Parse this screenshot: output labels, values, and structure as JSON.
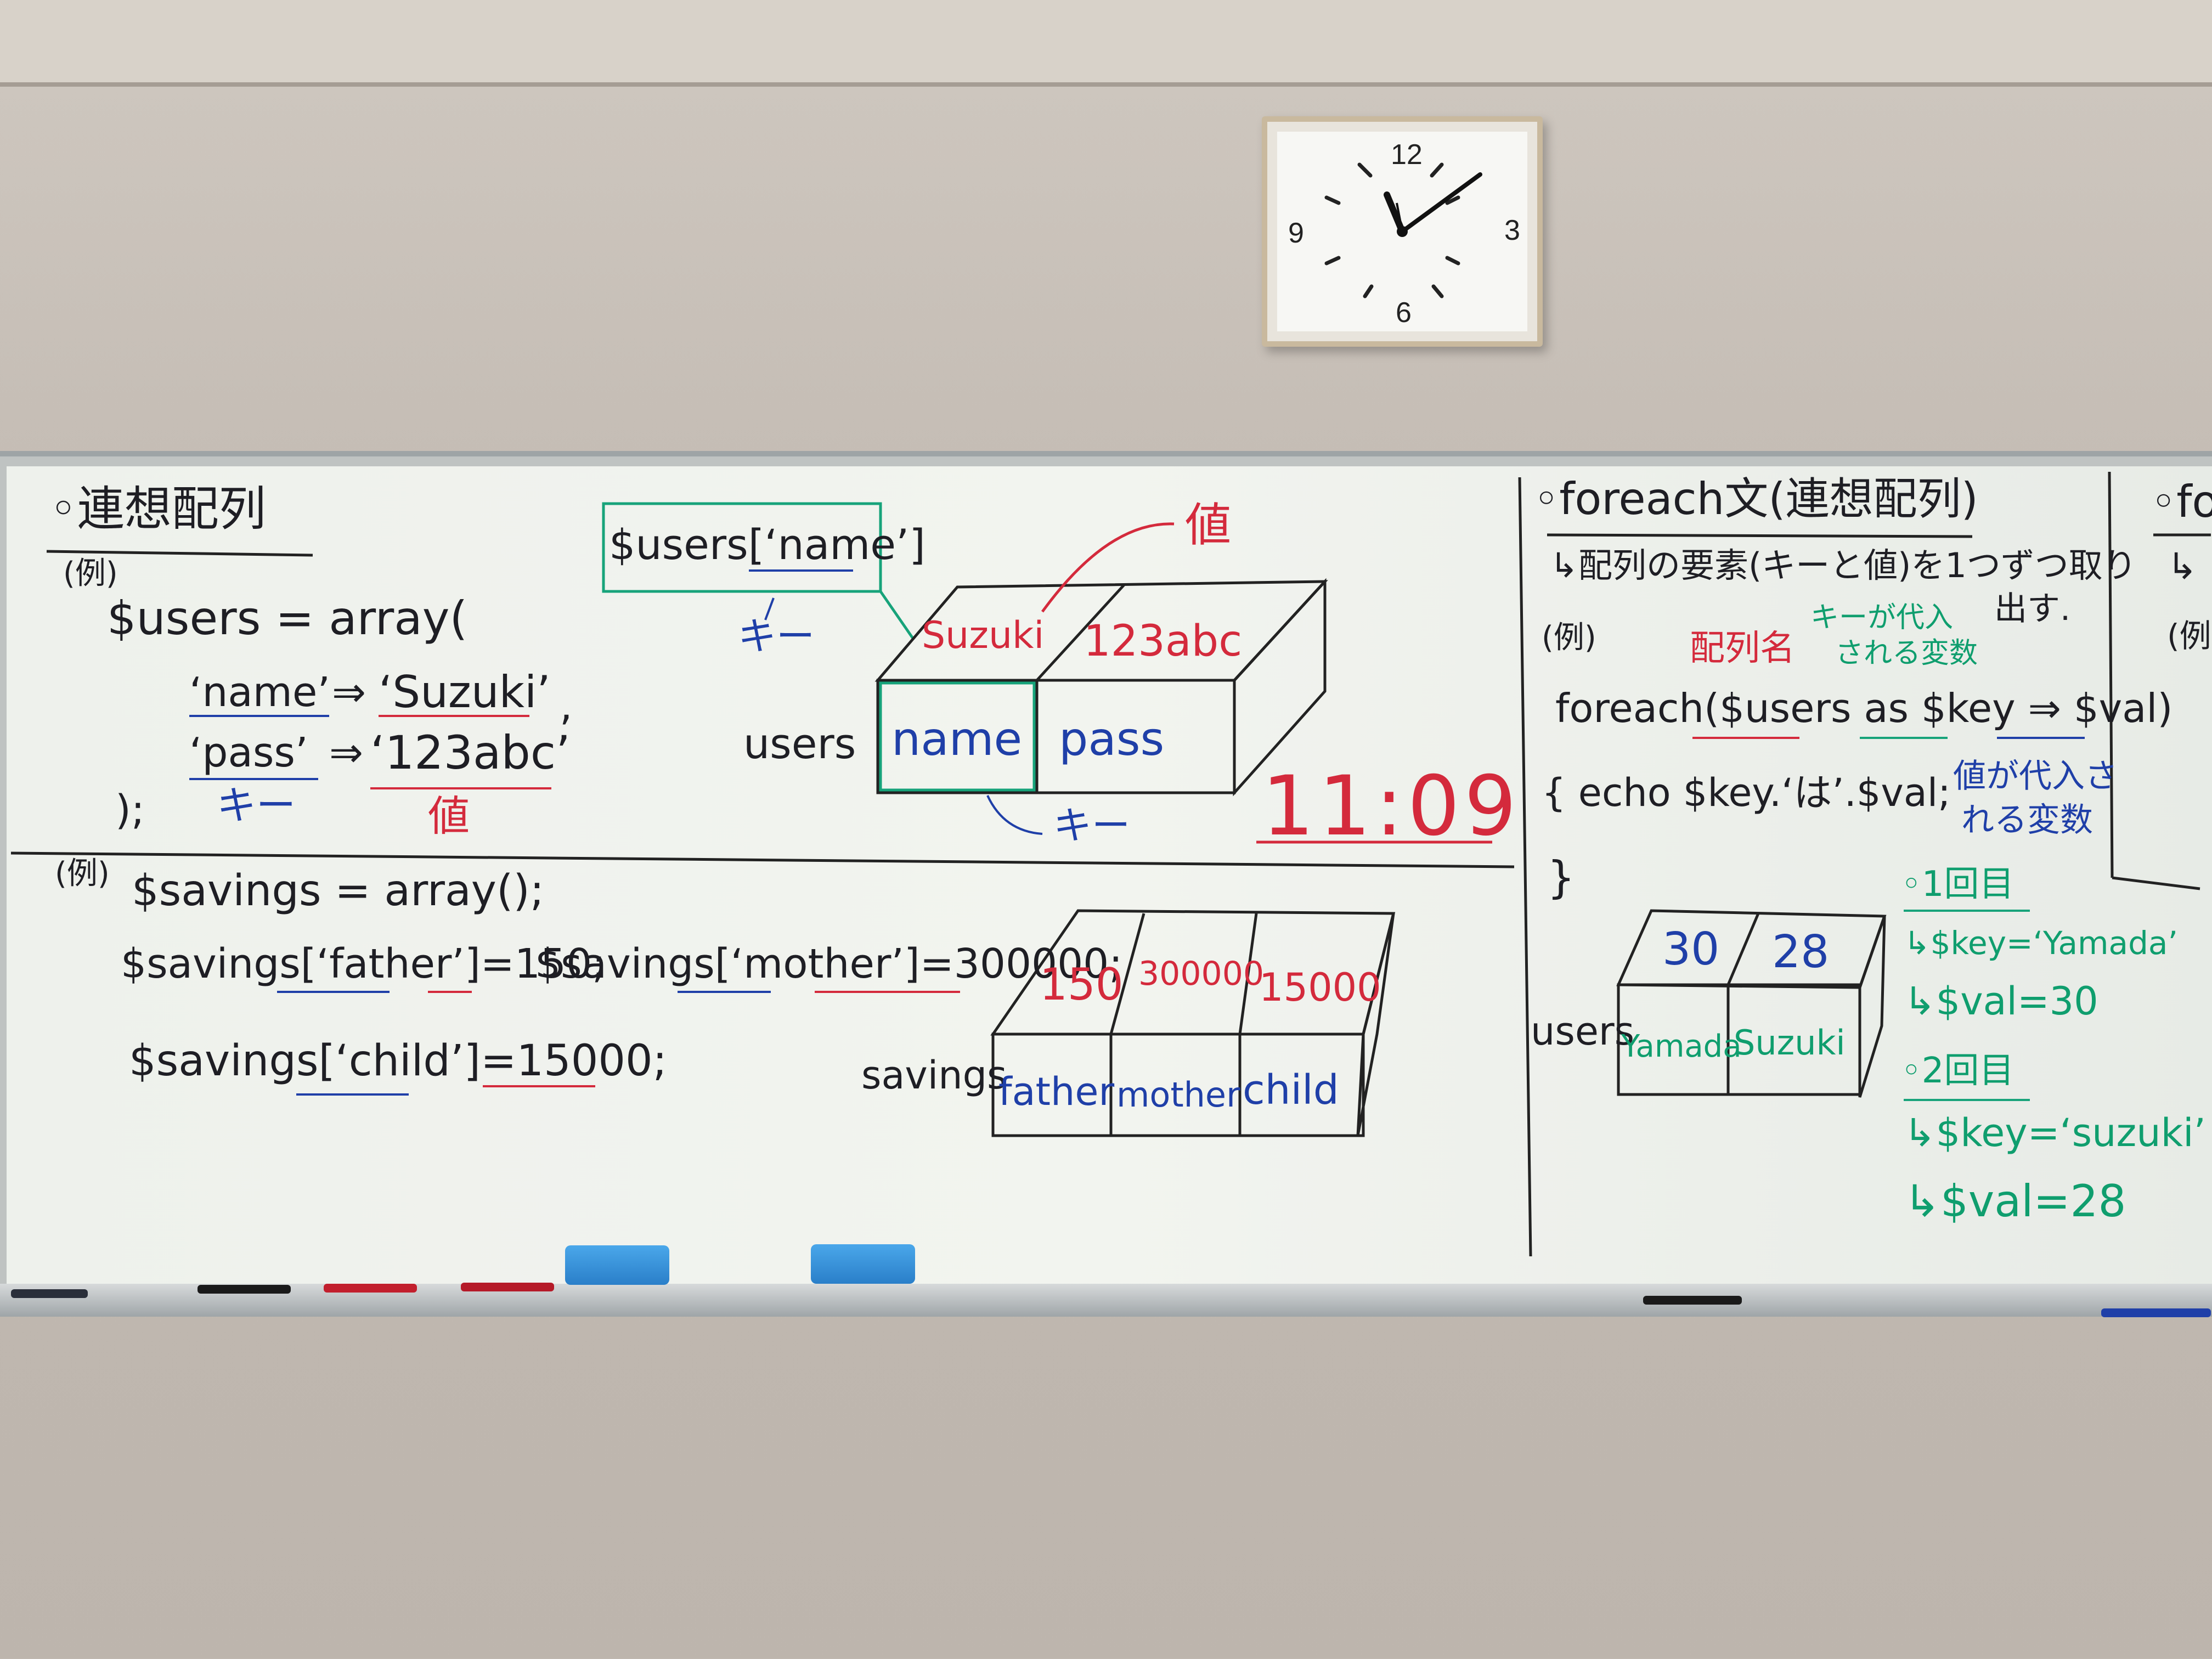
{
  "clock": {
    "n12": "12",
    "n3": "3",
    "n6": "6",
    "n9": "9"
  },
  "section1": {
    "title": "◦連想配列",
    "ex": "(例)",
    "l1": "$users = array(",
    "l2k": "‘name’",
    "l2a": "⇒",
    "l2v": "‘Suzuki’",
    "l2c": ",",
    "l3k": "‘pass’",
    "l3a": "⇒",
    "l3v": "‘123abc’",
    "l4": ");",
    "kiLabel": "キー",
    "valLabel": "値"
  },
  "diagram1": {
    "access": "$users[‘name’]",
    "kiLabel": "キー",
    "valLabel": "値",
    "topSuzuki": "Suzuki",
    "top123": "123abc",
    "rowLabel": "users",
    "keyName": "name",
    "keyPass": "pass",
    "kiLabel2": "キー"
  },
  "time": "11:09",
  "section2": {
    "ex": "(例)",
    "l1": "$savings = array();",
    "l2a": "$savings[‘father’]=150;",
    "l2b": "$savings[‘mother’]=300000;",
    "l3": "$savings[‘child’]=15000;"
  },
  "diagram2": {
    "v1": "150",
    "v2": "300000",
    "v3": "15000",
    "rowLabel": "savings",
    "k1": "father",
    "k2": "mother",
    "k3": "child"
  },
  "section3": {
    "title": "◦foreach文(連想配列)",
    "desc1": "↳配列の要素(キーと値)を1つずつ取り",
    "desc2": "出す.",
    "ex": "(例)",
    "arrName": "配列名",
    "keyVar1": "キーが代入",
    "keyVar2": "される変数",
    "code1": "foreach($users as $key ⇒ $val)",
    "code2": "{ echo $key.‘は’.$val;",
    "code3": "}",
    "valVar1": "値が代入さ",
    "valVar2": "れる変数",
    "row": "users",
    "v1": "30",
    "v2": "28",
    "k1": "Yamada",
    "k2": "Suzuki",
    "it1": "◦1回目",
    "it1k": "↳$key=‘Yamada’",
    "it1v": "↳$val=30",
    "it2": "◦2回目",
    "it2k": "↳$key=‘suzuki’",
    "it2v": "↳$val=28"
  },
  "section4": {
    "title": "◦fo",
    "arrow": "↳",
    "ex": "(例"
  }
}
